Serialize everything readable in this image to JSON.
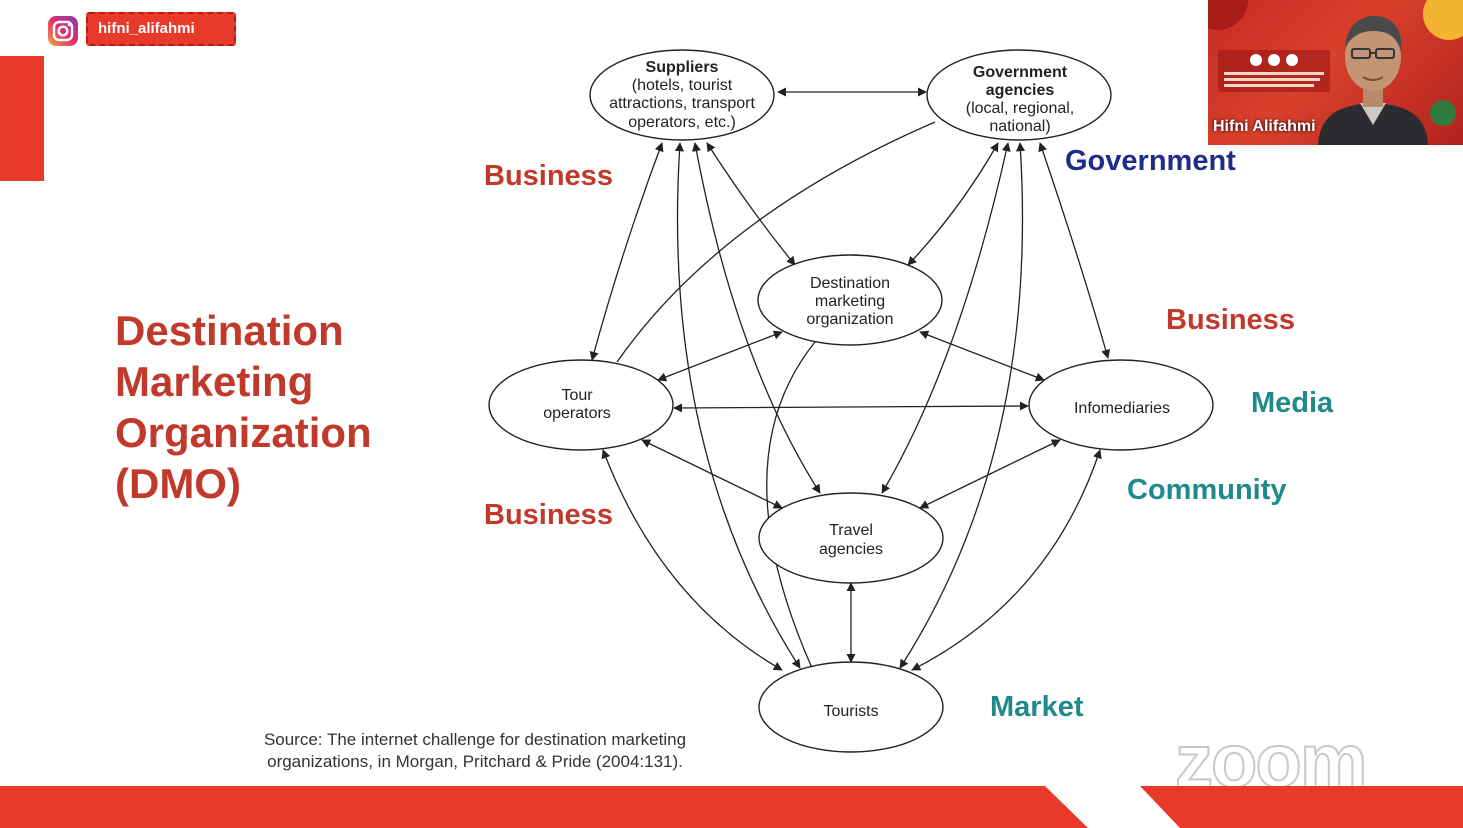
{
  "social": {
    "icon": "instagram-icon",
    "handle": "hifni_alifahmi"
  },
  "video": {
    "participant_name": "Hifni Alifahmi"
  },
  "slide": {
    "title_lines": [
      "Destination",
      "Marketing",
      "Organization",
      "(DMO)"
    ],
    "categories": {
      "business_top": "Business",
      "government": "Government",
      "business_right": "Business",
      "media": "Media",
      "community": "Community",
      "business_bottom": "Business",
      "market": "Market"
    },
    "nodes": {
      "suppliers": {
        "title": "Suppliers",
        "lines": [
          "(hotels, tourist",
          "attractions, transport",
          "operators, etc.)"
        ]
      },
      "government": {
        "title_lines": [
          "Government",
          "agencies"
        ],
        "lines": [
          "(local, regional,",
          "national)"
        ]
      },
      "dmo": {
        "lines": [
          "Destination",
          "marketing",
          "organization"
        ]
      },
      "tour_operators": {
        "lines": [
          "Tour",
          "operators"
        ]
      },
      "infomediaries": {
        "lines": [
          "Infomediaries"
        ]
      },
      "travel_agencies": {
        "lines": [
          "Travel",
          "agencies"
        ]
      },
      "tourists": {
        "lines": [
          "Tourists"
        ]
      }
    },
    "source_lines": [
      "Source: The internet challenge for destination marketing",
      "organizations, in Morgan, Pritchard & Pride (2004:131)."
    ]
  },
  "watermark": "zoom",
  "colors": {
    "accent_red": "#e8392b",
    "title_red": "#c0392b",
    "navy": "#1f2d8a",
    "teal": "#1f8a8a"
  }
}
